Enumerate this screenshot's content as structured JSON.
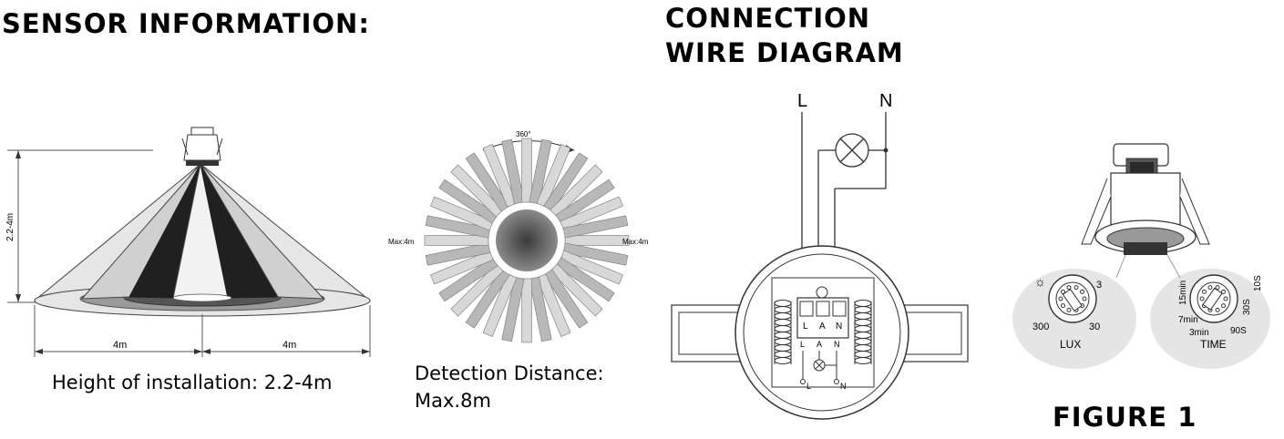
{
  "sensor_section": {
    "heading": "SENSOR INFORMATION:",
    "height_dimension": "2.2-4m",
    "left_distance": "4m",
    "right_distance": "4m",
    "height_caption": "Height of installation: 2.2-4m",
    "angle_label": "360°",
    "max_left": "Max:4m",
    "max_right": "Max:4m",
    "detection_line1": "Detection Distance:",
    "detection_line2": "Max.8m"
  },
  "connection_section": {
    "heading_line1": "CONNECTION",
    "heading_line2": "WIRE DIAGRAM",
    "wire_l": "L",
    "wire_n": "N",
    "terminals": [
      "L",
      "A",
      "N"
    ],
    "bottom_terminals": [
      "L",
      "A",
      "N"
    ]
  },
  "figure_section": {
    "lux_dial": {
      "label": "LUX",
      "values": [
        "3",
        "300",
        "30"
      ]
    },
    "time_dial": {
      "label": "TIME",
      "values": [
        "15min",
        "30S",
        "10S",
        "7min",
        "3min",
        "90S"
      ]
    },
    "caption": "FIGURE 1"
  }
}
